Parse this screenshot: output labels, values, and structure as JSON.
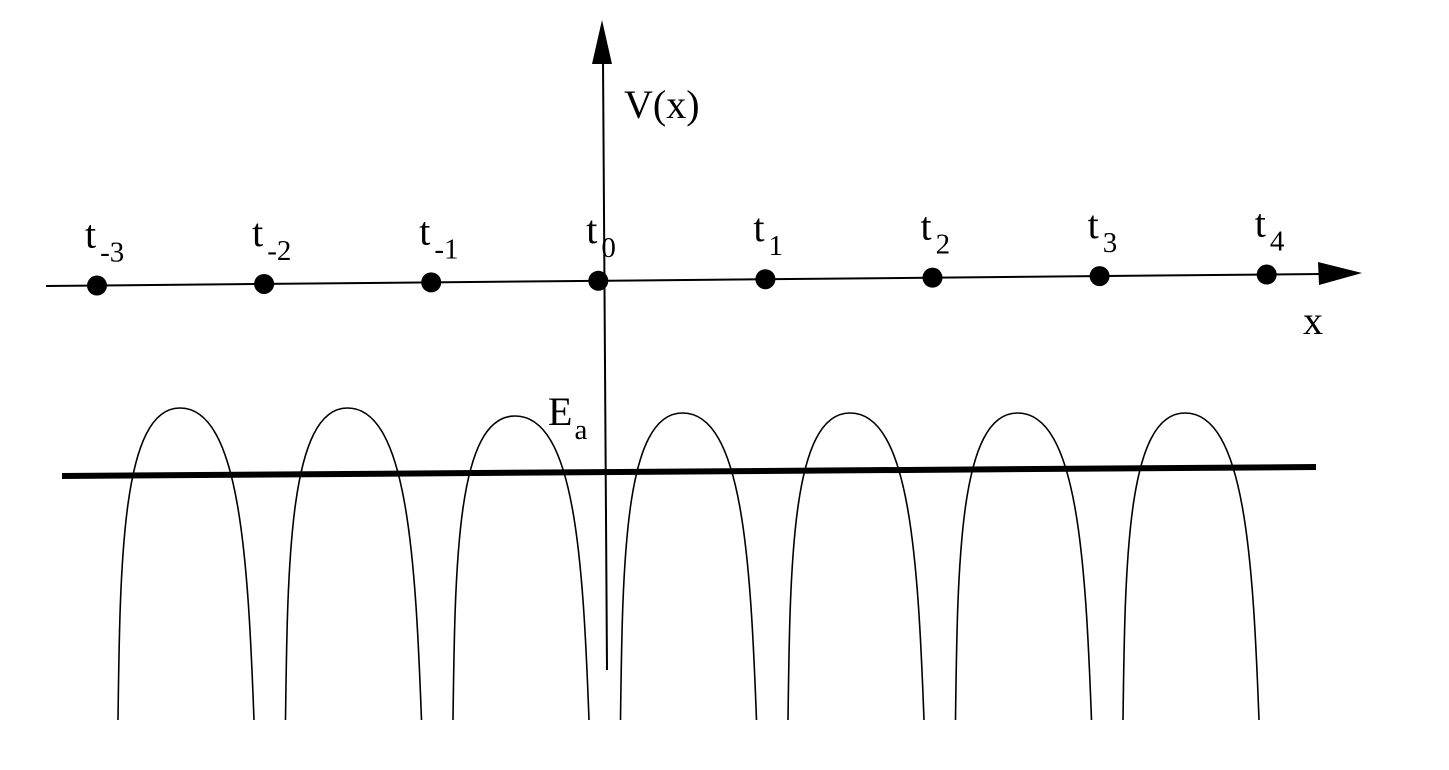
{
  "diagram": {
    "y_axis_label": "V(x)",
    "x_axis_label": "x",
    "energy_level": {
      "base": "E",
      "subscript": "a"
    },
    "sites": [
      {
        "base": "t",
        "subscript": "-3"
      },
      {
        "base": "t",
        "subscript": "-2"
      },
      {
        "base": "t",
        "subscript": "-1"
      },
      {
        "base": "t",
        "subscript": "0"
      },
      {
        "base": "t",
        "subscript": "1"
      },
      {
        "base": "t",
        "subscript": "2"
      },
      {
        "base": "t",
        "subscript": "3"
      },
      {
        "base": "t",
        "subscript": "4"
      }
    ],
    "potential_well_count": 7,
    "colors": {
      "ink": "#000000",
      "background": "#ffffff"
    }
  }
}
